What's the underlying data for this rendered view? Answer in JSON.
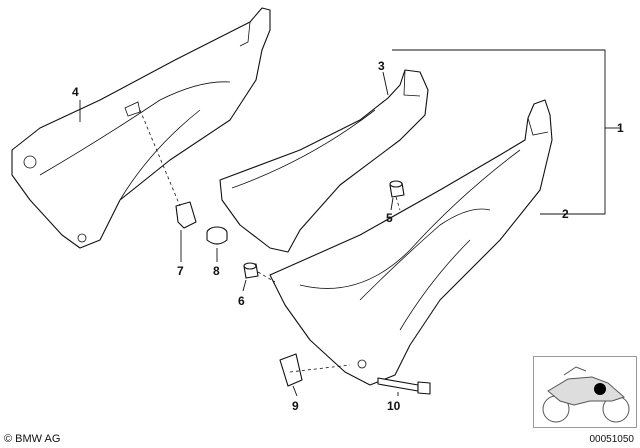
{
  "callouts": [
    "1",
    "2",
    "3",
    "4",
    "5",
    "6",
    "7",
    "8",
    "9",
    "10"
  ],
  "copyright": "© BMW AG",
  "document_number": "00051050",
  "colors": {
    "line": "#111111",
    "background": "#ffffff",
    "locator_dot": "#000000"
  }
}
